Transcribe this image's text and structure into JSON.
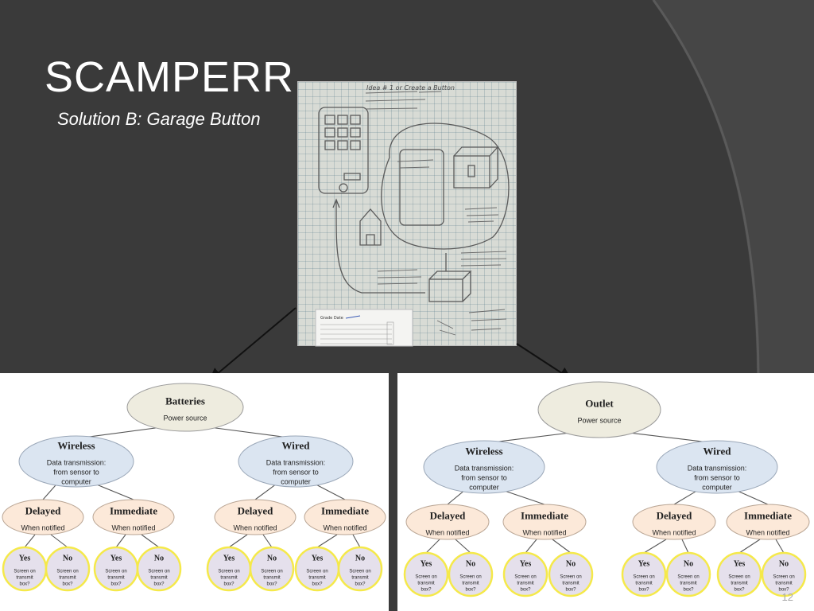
{
  "slide": {
    "title": "SCAMPERR",
    "subtitle": "Solution B: Garage Button",
    "page_number": "12"
  },
  "colors": {
    "background": "#3a3a3a",
    "root_fill": "#eeecdf",
    "transmission_fill": "#dbe5f1",
    "timing_fill": "#fce9d9",
    "leaf_fill": "#e5e0ec",
    "leaf_border": "#f5e94a"
  },
  "sketch": {
    "header": "Idea # 1 or Create a Button",
    "grade_label": "Grade Date"
  },
  "trees": [
    {
      "root": {
        "title": "Batteries",
        "sub": "Power source"
      },
      "branches": [
        {
          "title": "Wireless",
          "sub": "Data transmission: from sensor to computer",
          "children": [
            {
              "title": "Delayed",
              "sub": "When notified",
              "leaves": [
                {
                  "title": "Yes",
                  "sub": "Screen on transmit box?"
                },
                {
                  "title": "No",
                  "sub": "Screen on transmit box?"
                }
              ]
            },
            {
              "title": "Immediate",
              "sub": "When notified",
              "leaves": [
                {
                  "title": "Yes",
                  "sub": "Screen on transmit box?"
                },
                {
                  "title": "No",
                  "sub": "Screen on transmit box?"
                }
              ]
            }
          ]
        },
        {
          "title": "Wired",
          "sub": "Data transmission: from sensor to computer",
          "children": [
            {
              "title": "Delayed",
              "sub": "When notified",
              "leaves": [
                {
                  "title": "Yes",
                  "sub": "Screen on transmit box?"
                },
                {
                  "title": "No",
                  "sub": "Screen on transmit box?"
                }
              ]
            },
            {
              "title": "Immediate",
              "sub": "When notified",
              "leaves": [
                {
                  "title": "Yes",
                  "sub": "Screen on transmit box?"
                },
                {
                  "title": "No",
                  "sub": "Screen on transmit box?"
                }
              ]
            }
          ]
        }
      ]
    },
    {
      "root": {
        "title": "Outlet",
        "sub": "Power source"
      },
      "branches": [
        {
          "title": "Wireless",
          "sub": "Data transmission: from sensor to computer",
          "children": [
            {
              "title": "Delayed",
              "sub": "When notified",
              "leaves": [
                {
                  "title": "Yes",
                  "sub": "Screen on transmit box?"
                },
                {
                  "title": "No",
                  "sub": "Screen on transmit box?"
                }
              ]
            },
            {
              "title": "Immediate",
              "sub": "When notified",
              "leaves": [
                {
                  "title": "Yes",
                  "sub": "Screen on transmit box?"
                },
                {
                  "title": "No",
                  "sub": "Screen on transmit box?"
                }
              ]
            }
          ]
        },
        {
          "title": "Wired",
          "sub": "Data transmission: from sensor to computer",
          "children": [
            {
              "title": "Delayed",
              "sub": "When notified",
              "leaves": [
                {
                  "title": "Yes",
                  "sub": "Screen on transmit box?"
                },
                {
                  "title": "No",
                  "sub": "Screen on transmit box?"
                }
              ]
            },
            {
              "title": "Immediate",
              "sub": "When notified",
              "leaves": [
                {
                  "title": "Yes",
                  "sub": "Screen on transmit box?"
                },
                {
                  "title": "No",
                  "sub": "Screen on transmit box?"
                }
              ]
            }
          ]
        }
      ]
    }
  ]
}
